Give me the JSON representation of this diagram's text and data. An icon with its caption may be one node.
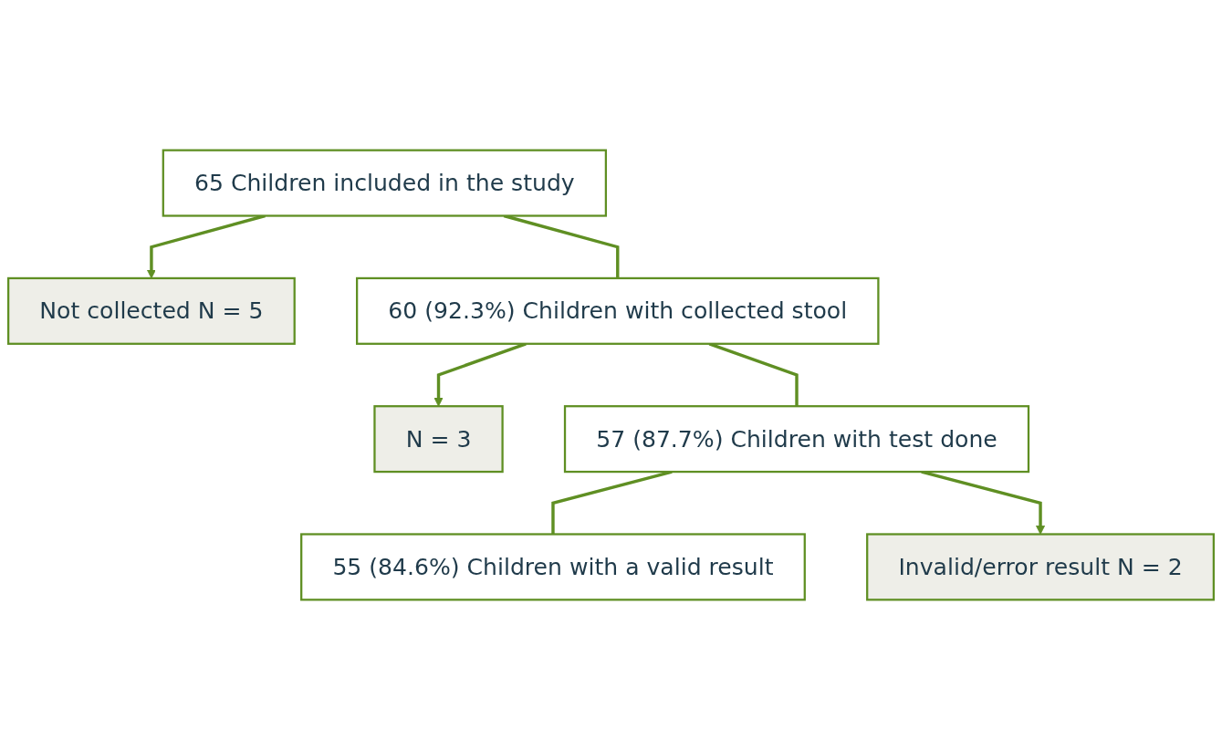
{
  "diagram": {
    "nodes": [
      {
        "text": [
          "65 Children included in the study"
        ]
      },
      {
        "text": [
          "Not collected N = 5"
        ]
      },
      {
        "text": [
          "60 (92.3%) Children with collected stool"
        ]
      },
      {
        "text": [
          "N = 3"
        ]
      },
      {
        "text": [
          "57 (87.7%) Children with test done"
        ]
      },
      {
        "text": [
          "Invalid/error result N = 2"
        ]
      },
      {
        "text": [
          "55 (84.6%) Children with a valid result"
        ]
      }
    ],
    "edges": [
      {
        "from": 0,
        "to": 2,
        "arrow": "none"
      },
      {
        "from": 0,
        "to": 1,
        "arrow": "to"
      },
      {
        "from": 2,
        "to": 4,
        "arrow": "none"
      },
      {
        "from": 2,
        "to": 3,
        "arrow": "to"
      },
      {
        "from": 4,
        "to": 6,
        "arrow": "none"
      },
      {
        "from": 4,
        "to": 5,
        "arrow": "to"
      }
    ]
  }
}
